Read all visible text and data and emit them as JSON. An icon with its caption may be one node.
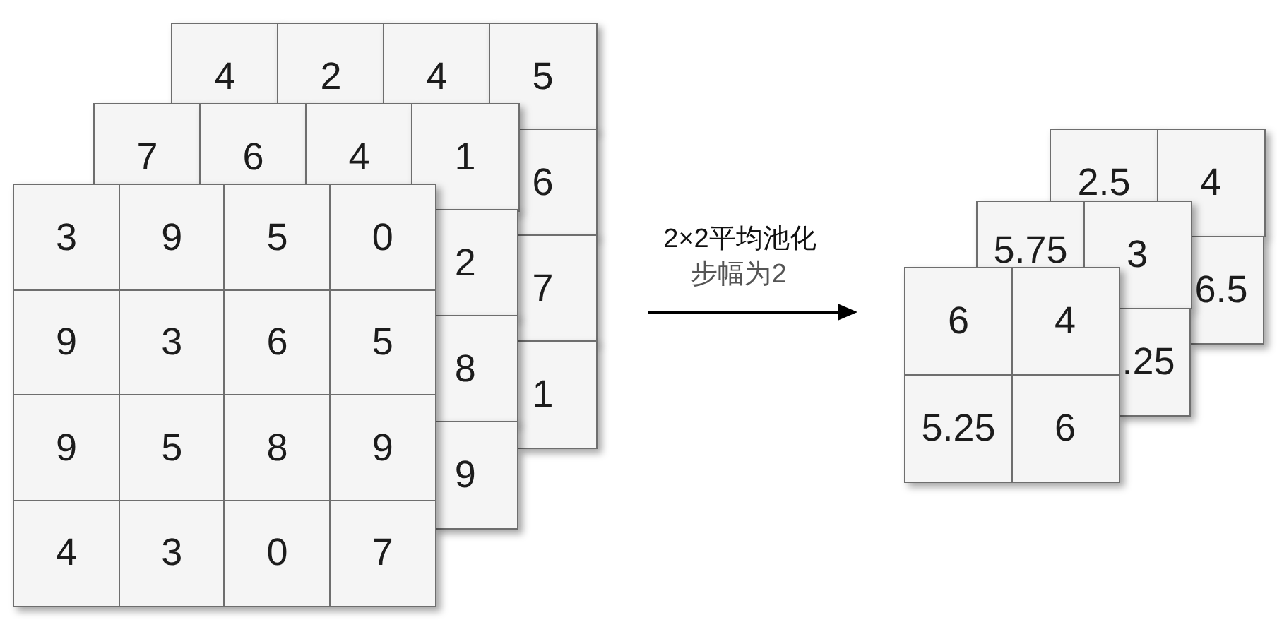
{
  "diagram": {
    "nodes": [
      {
        "text": [
          "4"
        ]
      },
      {
        "text": [
          "2"
        ]
      },
      {
        "text": [
          "4"
        ]
      },
      {
        "text": [
          "5"
        ]
      },
      {
        "text": [
          "6"
        ]
      },
      {
        "text": [
          "7"
        ]
      },
      {
        "text": [
          "1"
        ]
      },
      {
        "text": [
          "7"
        ]
      },
      {
        "text": [
          "6"
        ]
      },
      {
        "text": [
          "4"
        ]
      },
      {
        "text": [
          "1"
        ]
      },
      {
        "text": [
          "2"
        ]
      },
      {
        "text": [
          "8"
        ]
      },
      {
        "text": [
          "9"
        ]
      },
      {
        "text": [],
        "shape": "box"
      },
      {
        "text": [
          "3"
        ],
        "in": 14
      },
      {
        "text": [
          "9"
        ],
        "in": 14
      },
      {
        "text": [
          "5"
        ],
        "in": 14
      },
      {
        "text": [
          "0"
        ],
        "in": 14
      },
      {
        "text": [
          "9"
        ],
        "in": 14
      },
      {
        "text": [
          "3"
        ],
        "in": 14
      },
      {
        "text": [
          "6"
        ],
        "in": 14
      },
      {
        "text": [
          "5"
        ],
        "in": 14
      },
      {
        "text": [
          "9"
        ],
        "in": 14
      },
      {
        "text": [
          "5"
        ],
        "in": 14
      },
      {
        "text": [
          "8"
        ],
        "in": 14
      },
      {
        "text": [
          "9"
        ],
        "in": 14
      },
      {
        "text": [
          "4"
        ],
        "in": 14
      },
      {
        "text": [
          "3"
        ],
        "in": 14
      },
      {
        "text": [
          "0"
        ],
        "in": 14
      },
      {
        "text": [
          "7"
        ],
        "in": 14
      },
      {
        "text": [
          "2.5"
        ]
      },
      {
        "text": [
          "4"
        ]
      },
      {
        "text": [
          "6.5"
        ]
      },
      {
        "text": [
          "5.75"
        ]
      },
      {
        "text": [
          "3"
        ]
      },
      {
        "text": [
          ".25"
        ]
      },
      {
        "text": [],
        "shape": "box"
      },
      {
        "text": [
          "6"
        ],
        "in": 37
      },
      {
        "text": [
          "4"
        ],
        "in": 37
      },
      {
        "text": [
          "5.25"
        ],
        "in": 37
      },
      {
        "text": [
          "6"
        ],
        "in": 37
      }
    ],
    "edges": [
      {
        "from": 5,
        "to": 37,
        "arrow": "to",
        "label": "2×2平均池化"
      }
    ],
    "labels": [
      "步幅为2"
    ]
  }
}
